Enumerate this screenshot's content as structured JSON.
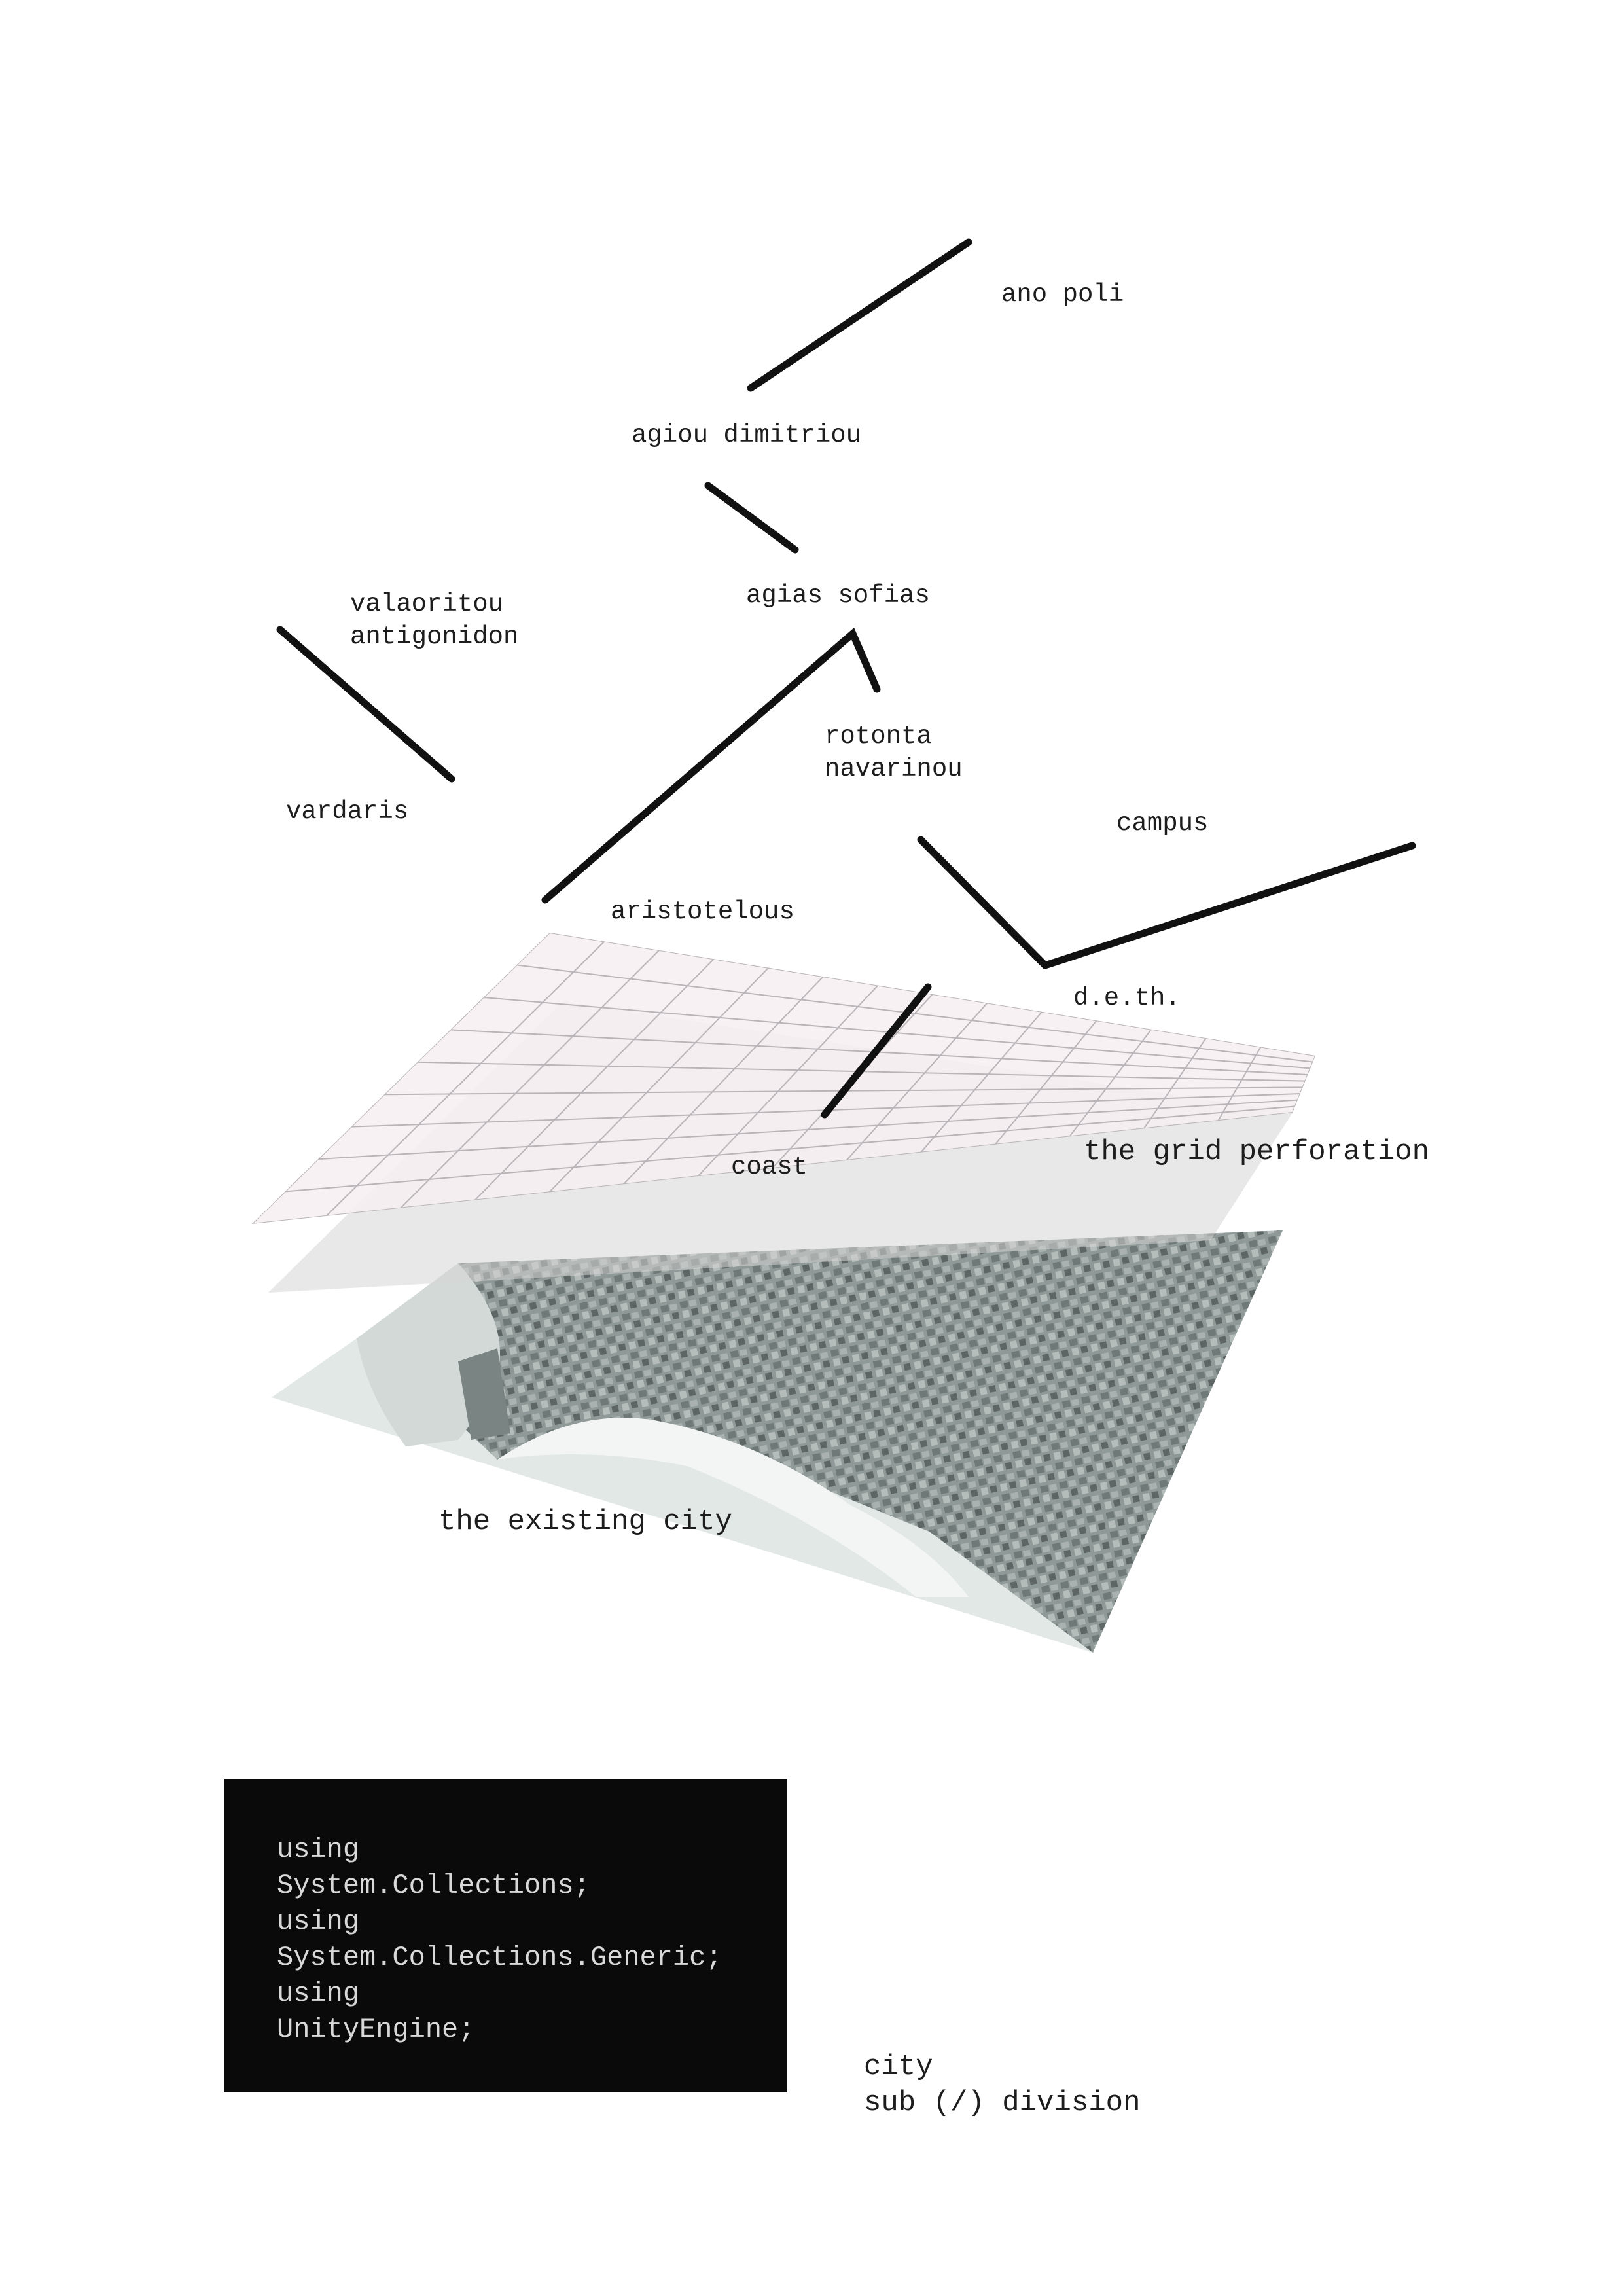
{
  "labels": {
    "ano_poli": "ano poli",
    "agiou_dimitriou": "agiou dimitriou",
    "agias_sofias": "agias sofias",
    "valaoritou": "valaoritou",
    "antigonidon": "antigonidon",
    "rotonta": "rotonta",
    "navarinou": "navarinou",
    "vardaris": "vardaris",
    "campus": "campus",
    "aristotelous": "aristotelous",
    "deth": "d.e.th.",
    "coast": "coast",
    "grid_perforation": "the grid perforation",
    "existing_city": "the existing city"
  },
  "code_lines": [
    "using",
    "System.Collections;",
    "using",
    "System.Collections.Generic;",
    "using",
    "UnityEngine;"
  ],
  "caption": {
    "line1": "city",
    "line2": "sub (/) division"
  },
  "colors": {
    "grid_layer": "#f5eef1",
    "grey_layer": "#dcdcdc",
    "map_layer": "#8d9896",
    "sea": "#dfe5e3",
    "axis_lines": "#111111",
    "code_bg": "#0a0a0a"
  }
}
